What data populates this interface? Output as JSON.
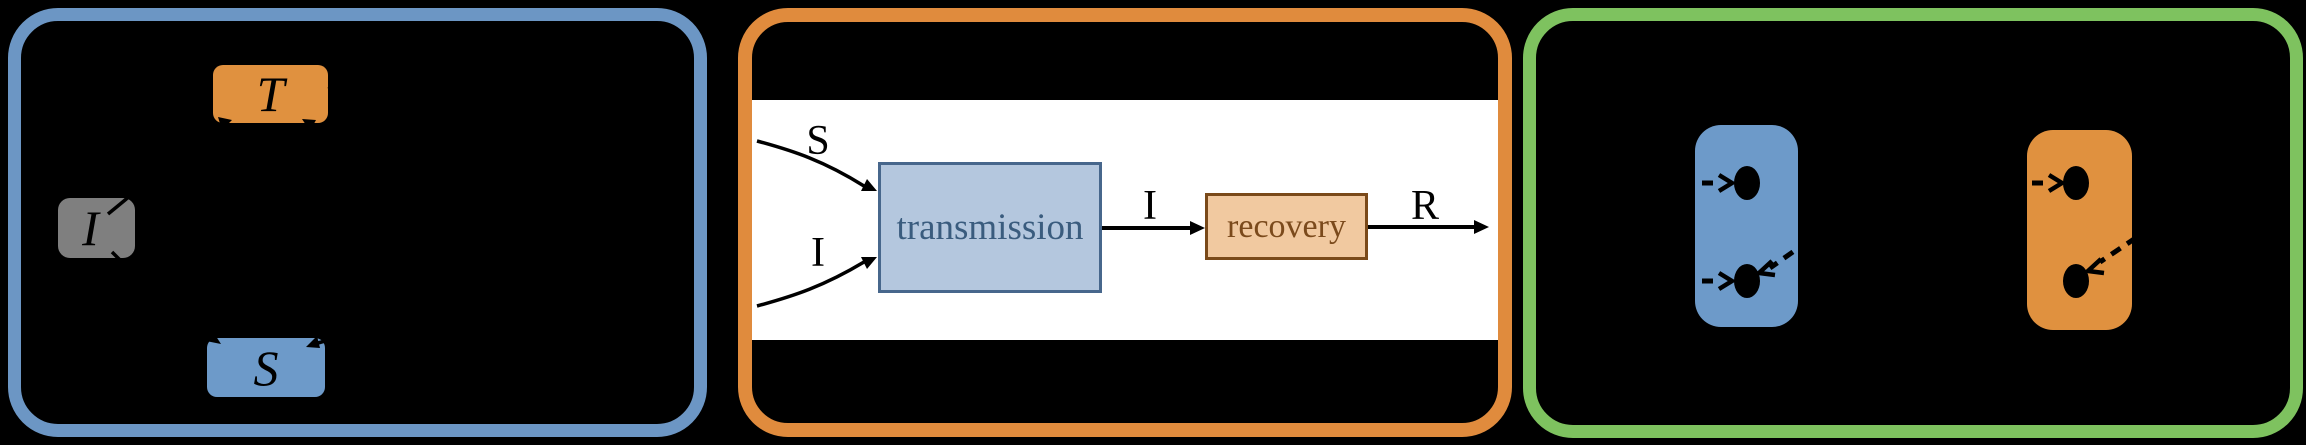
{
  "colors": {
    "background": "#000000",
    "panel_left_border": "#6C96C4",
    "panel_middle_border": "#E08B3D",
    "panel_right_border": "#7EC25F",
    "node_t_fill": "#E0913F",
    "node_i_fill": "#7F7F7F",
    "node_s_fill": "#6D9AC9",
    "petri_blue_fill": "#6D9AC9",
    "petri_orange_fill": "#E0913F",
    "transmission_fill": "#B4C7DE",
    "transmission_border": "#47678C",
    "transmission_text": "#3A5C7E",
    "recovery_fill": "#F1C9A0",
    "recovery_border": "#7A4A1A",
    "recovery_text": "#7B4A1C",
    "white_band": "#FFFFFF",
    "line": "#000000"
  },
  "left_panel": {
    "node_t": "T",
    "node_i": "I",
    "node_s": "S"
  },
  "middle_panel": {
    "input_s": "S",
    "input_i": "I",
    "transmission": "transmission",
    "mid_i": "I",
    "recovery": "recovery",
    "output_r": "R"
  },
  "right_panel": {
    "places": [
      {
        "color": "blue",
        "tokens": 2
      },
      {
        "color": "orange",
        "tokens": 2
      }
    ]
  }
}
